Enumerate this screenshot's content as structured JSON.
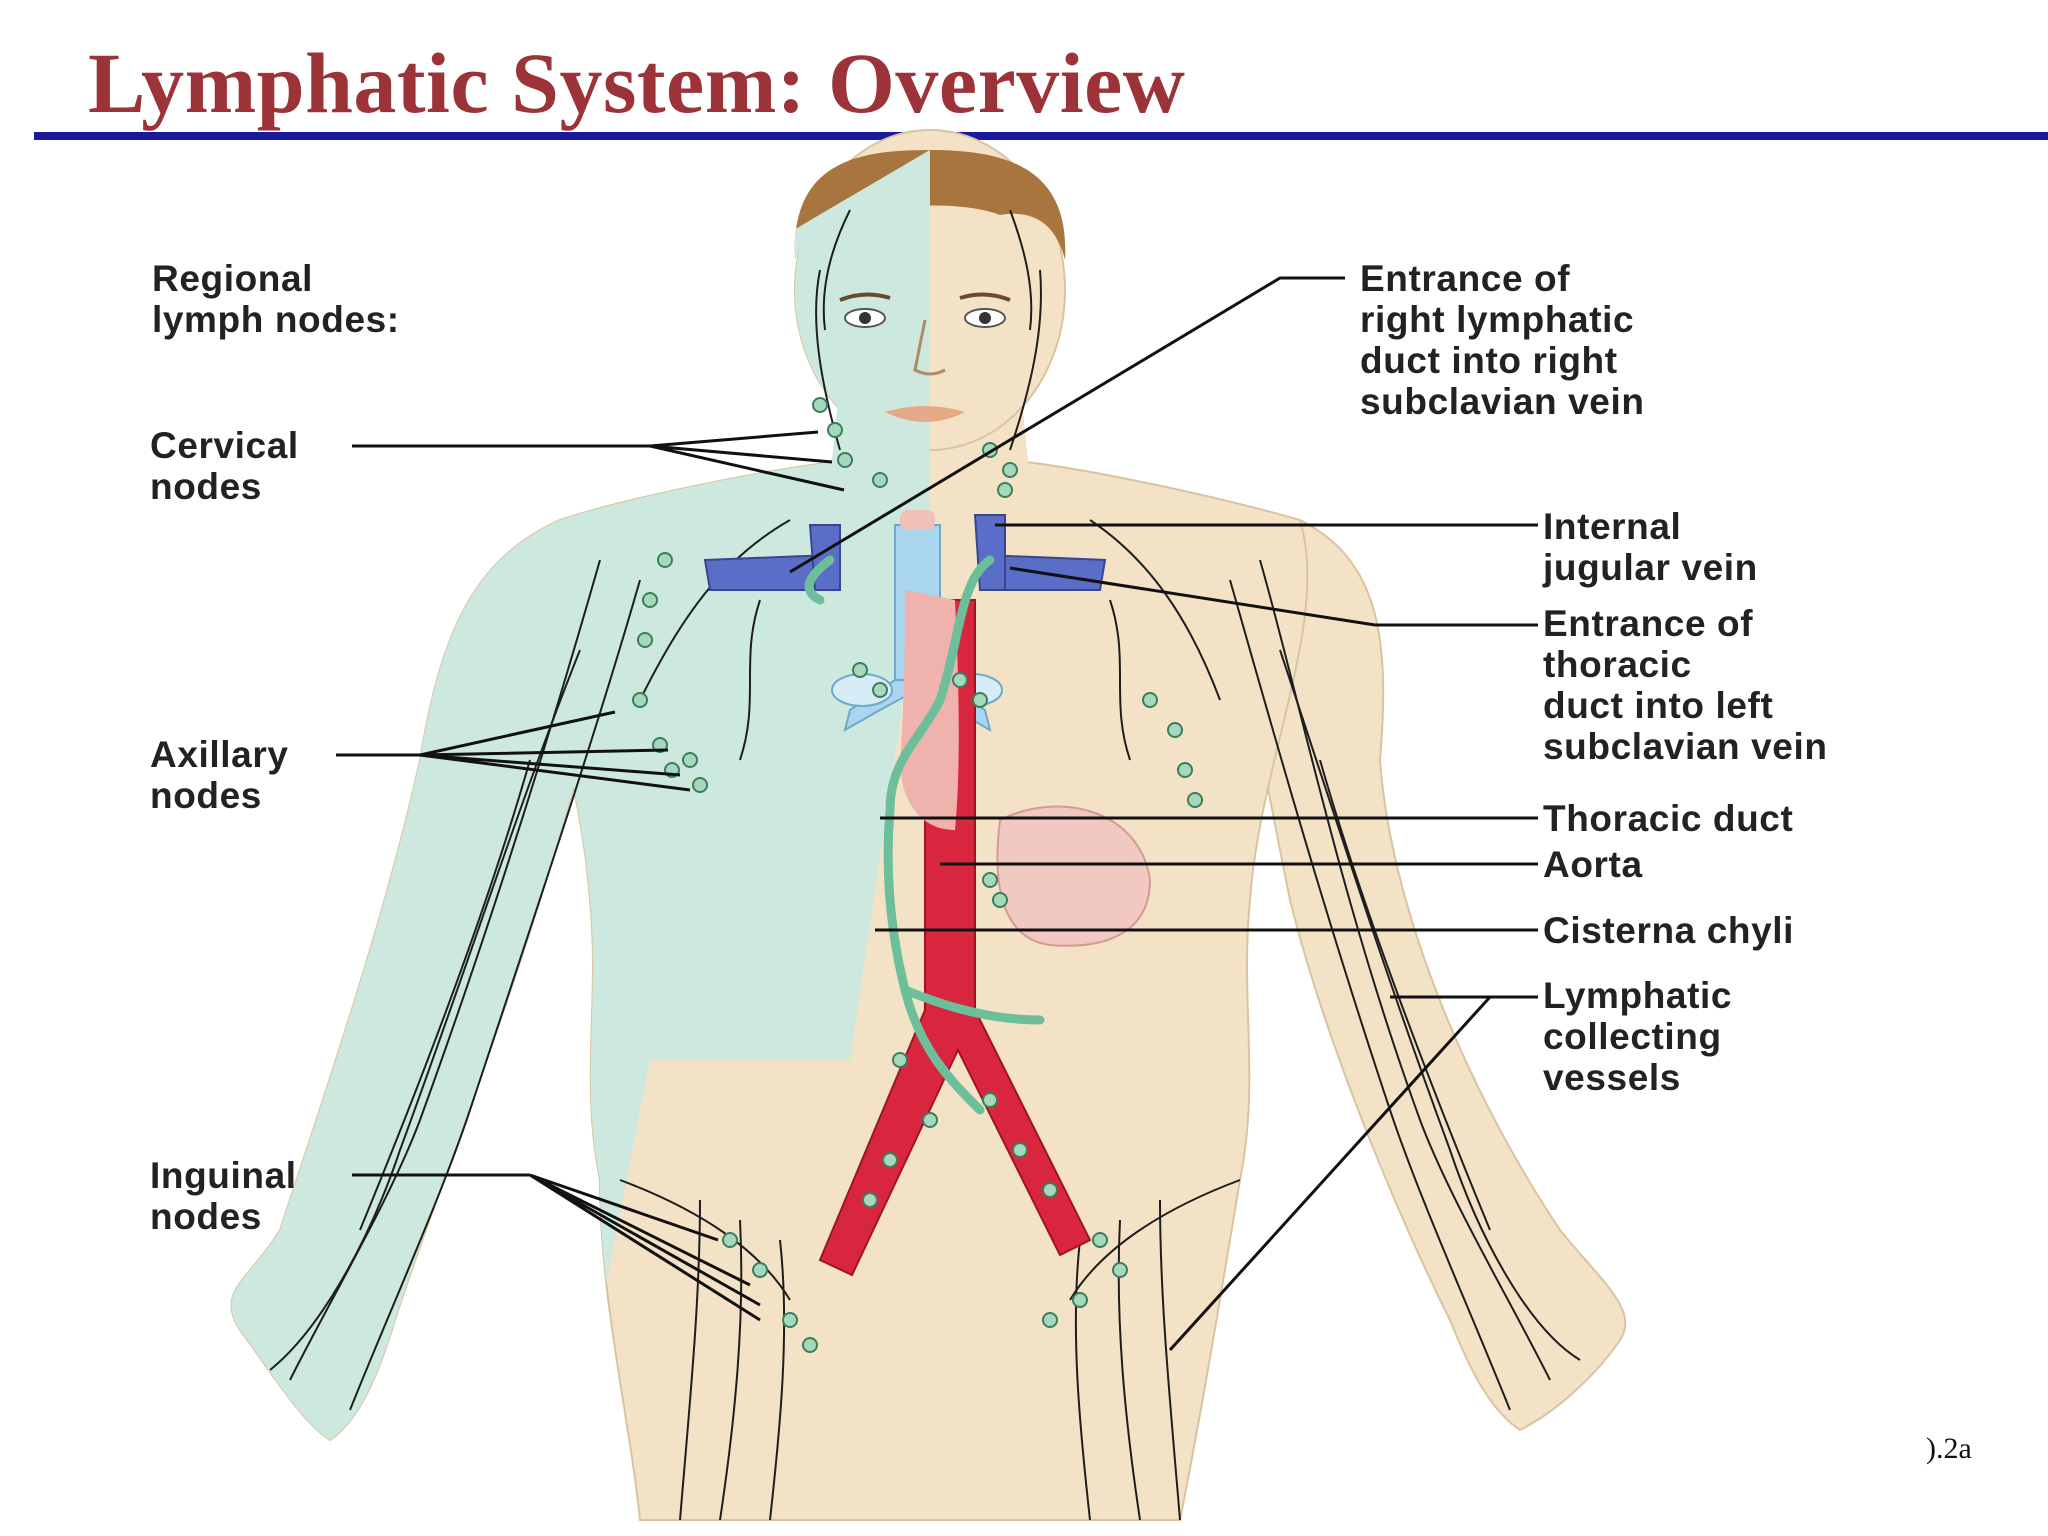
{
  "slide": {
    "title": "Lymphatic System: Overview",
    "figure_ref": ").2a"
  },
  "labels_left": {
    "heading_line1": "Regional",
    "heading_line2": "lymph nodes:",
    "cervical_line1": "Cervical",
    "cervical_line2": "nodes",
    "axillary_line1": "Axillary",
    "axillary_line2": "nodes",
    "inguinal_line1": "Inguinal",
    "inguinal_line2": "nodes"
  },
  "labels_right": {
    "right_duct_line1": "Entrance of",
    "right_duct_line2": "right lymphatic",
    "right_duct_line3": "duct into right",
    "right_duct_line4": "subclavian vein",
    "jugular_line1": "Internal",
    "jugular_line2": "jugular vein",
    "thoracic_entrance_line1": "Entrance of",
    "thoracic_entrance_line2": "thoracic",
    "thoracic_entrance_line3": "duct into left",
    "thoracic_entrance_line4": "subclavian vein",
    "thoracic_duct": "Thoracic duct",
    "aorta": "Aorta",
    "cisterna": "Cisterna chyli",
    "collecting_line1": "Lymphatic",
    "collecting_line2": "collecting",
    "collecting_line3": "vessels"
  },
  "colors": {
    "title": "#9b3338",
    "rule": "#1a1a9a",
    "skin": "#f4e2c6",
    "drained_region": "#cde9df",
    "lymph_vessel": "#6cbf9a",
    "vein": "#5a6ec8",
    "aorta": "#d7263d",
    "trachea": "#a9d6ee",
    "hair": "#a9753f"
  }
}
